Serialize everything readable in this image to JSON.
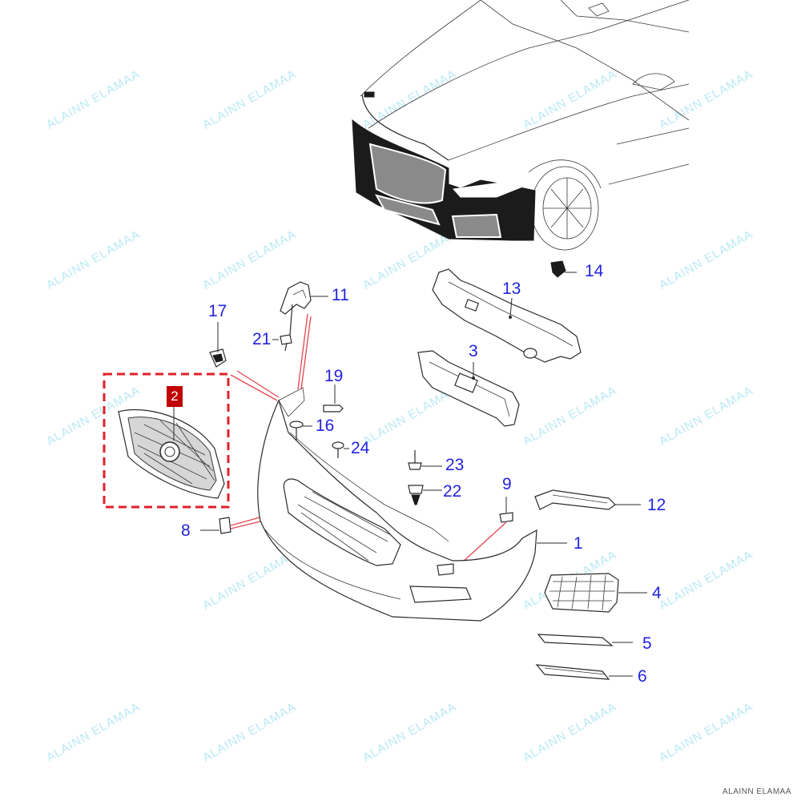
{
  "callouts": [
    "1",
    "2",
    "3",
    "4",
    "5",
    "6",
    "8",
    "9",
    "11",
    "12",
    "13",
    "14",
    "16",
    "17",
    "19",
    "21",
    "22",
    "23",
    "24"
  ],
  "highlighted_callout": "2",
  "watermark": "ALAINN ELAMAA",
  "colors": {
    "callout_text": "#2323e0",
    "highlight_box": "#c00000",
    "highlight_frame": "#e0202a",
    "red_leader": "#e5454f",
    "watermark": "#b9e9f3",
    "line_art": "#2b2b2b"
  }
}
